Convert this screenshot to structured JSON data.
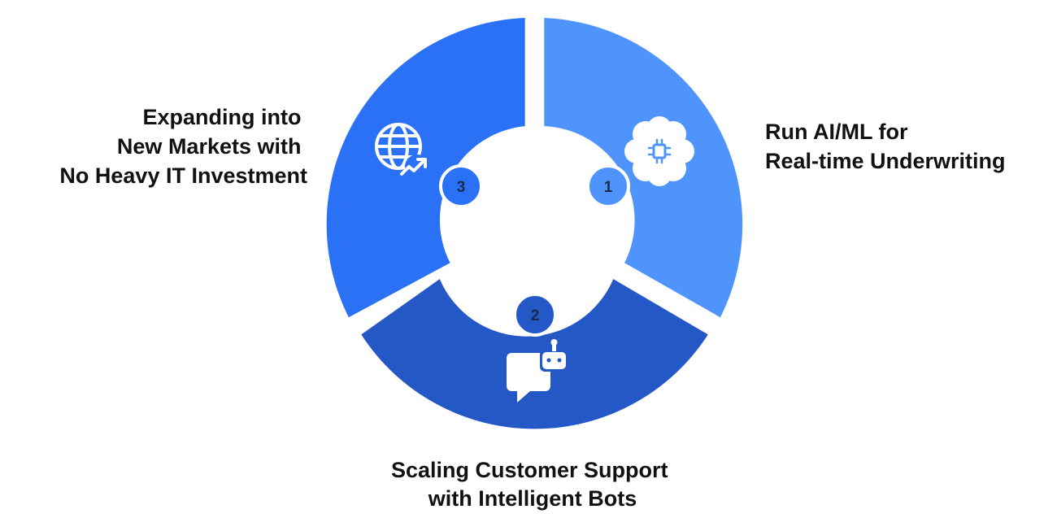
{
  "segments": [
    {
      "id": "segment-1",
      "number": "1",
      "icon": "ai-chip-brain-icon",
      "color": "#4f94fc",
      "badge_color": "#4f94fc",
      "caption_lines": [
        "Run AI/ML for",
        "Real-time Underwriting"
      ]
    },
    {
      "id": "segment-2",
      "number": "2",
      "icon": "chat-bot-icon",
      "color": "#2358c6",
      "badge_color": "#2358c6",
      "caption_lines": [
        "Scaling Customer Support",
        "with Intelligent Bots"
      ]
    },
    {
      "id": "segment-3",
      "number": "3",
      "icon": "globe-growth-icon",
      "color": "#2a71f6",
      "badge_color": "#2a71f6",
      "caption_lines": [
        "Expanding into",
        "New Markets with",
        "No Heavy IT Investment"
      ]
    }
  ],
  "colors": {
    "background": "#ffffff",
    "badge_text": "#1a2a4a",
    "caption_text": "#111111",
    "icon": "#ffffff"
  }
}
